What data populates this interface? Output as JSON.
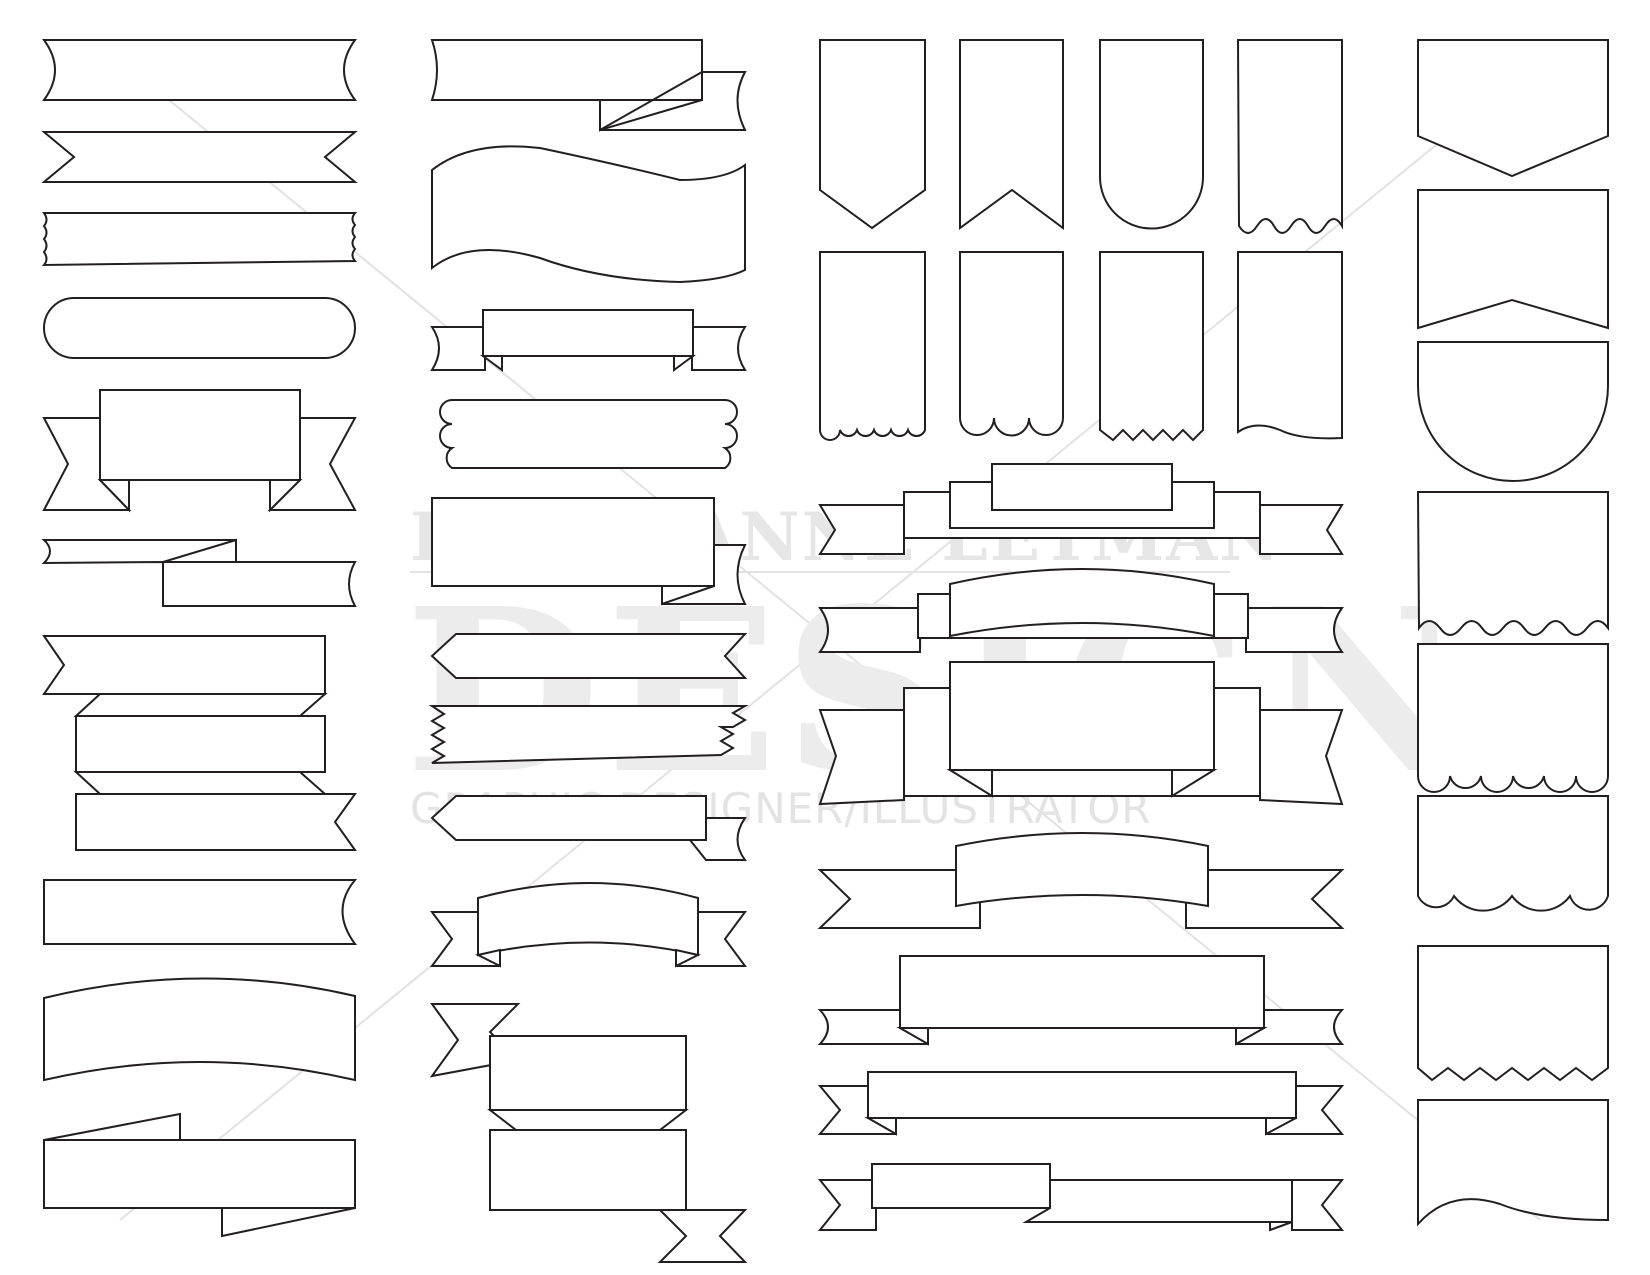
{
  "watermark": {
    "title": "KELLY-ANNE LEYMAN",
    "big": "DESIGN",
    "subtitle": "GRAPHIC DESIGNER/ILLUSTRATOR"
  },
  "colors": {
    "stroke": "#231f20",
    "watermark": "#e6e6e6",
    "background": "#ffffff"
  }
}
